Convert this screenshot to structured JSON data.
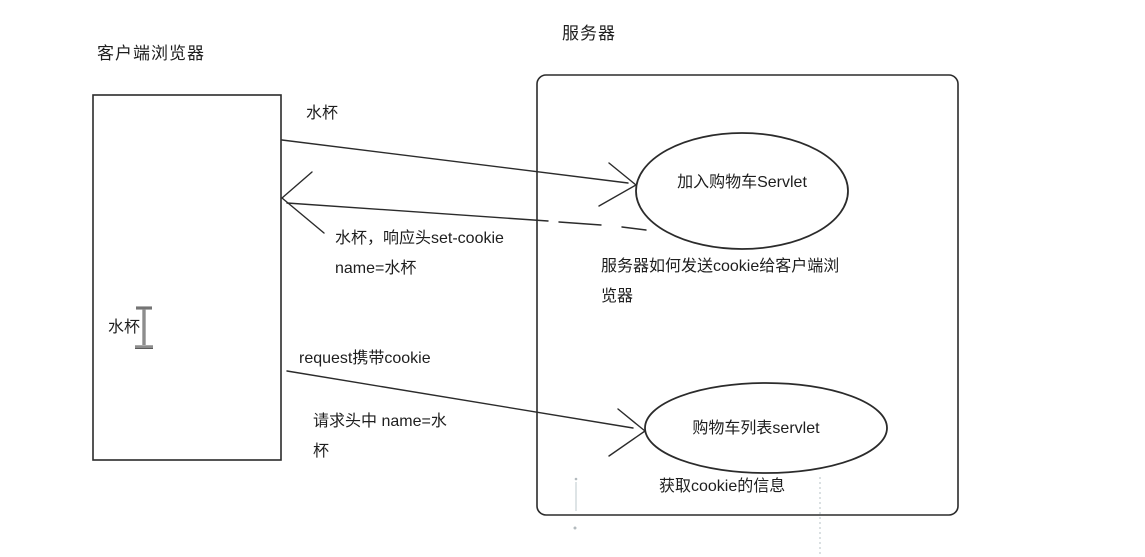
{
  "diagram": {
    "client_box": {
      "title": "客户端浏览器",
      "content": "水杯"
    },
    "server_box": {
      "title": "服务器"
    },
    "servlet_add": {
      "label": "加入购物车Servlet",
      "note_line1": "服务器如何发送cookie给客户端浏",
      "note_line2": "览器"
    },
    "servlet_list": {
      "label": "购物车列表servlet",
      "note": "获取cookie的信息"
    },
    "arrow_request_cup": {
      "label": "水杯"
    },
    "arrow_response": {
      "label_line1": "水杯，响应头set-cookie",
      "label_line2": "name=水杯"
    },
    "arrow_request_cookie": {
      "label": "request携带cookie",
      "sublabel_line1": "请求头中 name=水",
      "sublabel_line2": "杯"
    },
    "cursor": {
      "icon": "text-ibeam-cursor"
    },
    "colors": {
      "stroke": "#2b2b2b",
      "guide": "#a9b6bc",
      "background": "#ffffff",
      "text": "#1e1e1e"
    }
  }
}
